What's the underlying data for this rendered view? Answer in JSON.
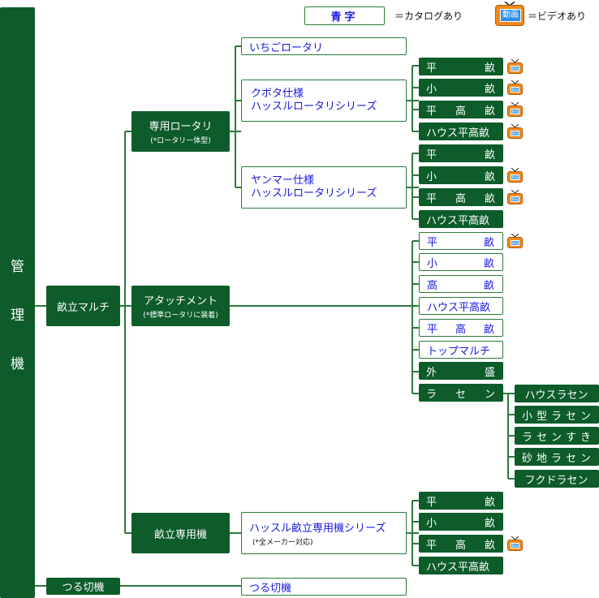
{
  "legend": {
    "catalog_swatch": "青字",
    "catalog_text": "＝カタログあり",
    "video_icon_label": "動画",
    "video_text": "＝ビデオあり"
  },
  "root": {
    "chars": [
      "管",
      "理",
      "機"
    ]
  },
  "level1": {
    "une": "畝立マルチ",
    "tsuru": "つる切機"
  },
  "level2": {
    "rotary": {
      "title": "専用ロータリ",
      "sub": "(*ロータリー体型)"
    },
    "attachment": {
      "title": "アタッチメント",
      "sub": "(*標準ロータリに装着)"
    },
    "dedicated": {
      "title": "畝立専用機"
    }
  },
  "level3": {
    "ichigo": "いちごロータリ",
    "kubota": [
      "クボタ仕様",
      "ハッスルロータリシリーズ"
    ],
    "yanmar": [
      "ヤンマー仕様",
      "ハッスルロータリシリーズ"
    ],
    "hustle": {
      "title": "ハッスル畝立専用機シリーズ",
      "sub": "(*全メーカー対応)"
    },
    "tsuru": "つる切機"
  },
  "kubota_items": [
    {
      "chars": [
        "平",
        "畝"
      ],
      "video": true
    },
    {
      "chars": [
        "小",
        "畝"
      ],
      "video": true
    },
    {
      "chars": [
        "平",
        "高",
        "畝"
      ],
      "video": true
    },
    {
      "chars": [
        "ハウス平高畝"
      ],
      "video": true
    }
  ],
  "yanmar_items": [
    {
      "chars": [
        "平",
        "畝"
      ],
      "video": false
    },
    {
      "chars": [
        "小",
        "畝"
      ],
      "video": true
    },
    {
      "chars": [
        "平",
        "高",
        "畝"
      ],
      "video": true
    },
    {
      "chars": [
        "ハウス平高畝"
      ],
      "video": false
    }
  ],
  "attachment_items": [
    {
      "chars": [
        "平",
        "畝"
      ],
      "video": true
    },
    {
      "chars": [
        "小",
        "畝"
      ],
      "video": false
    },
    {
      "chars": [
        "高",
        "畝"
      ],
      "video": false
    },
    {
      "chars": [
        "ハウス平高畝"
      ],
      "video": false
    },
    {
      "chars": [
        "平",
        "高",
        "畝"
      ],
      "video": false
    },
    {
      "chars": [
        "トップマルチ"
      ],
      "video": false
    },
    {
      "chars": [
        "外",
        "盛"
      ],
      "video": false
    },
    {
      "chars": [
        "ラ",
        "セ",
        "ン"
      ],
      "video": false
    }
  ],
  "rasen_items": [
    {
      "chars": [
        "ハウスラセン"
      ]
    },
    {
      "chars": [
        "小",
        "型",
        "ラ",
        "セ",
        "ン"
      ]
    },
    {
      "chars": [
        "ラ",
        "セ",
        "ン",
        "す",
        "き"
      ]
    },
    {
      "chars": [
        "砂",
        "地",
        "ラ",
        "セ",
        "ン"
      ]
    },
    {
      "chars": [
        "フクドラセン"
      ]
    }
  ],
  "hustle_items": [
    {
      "chars": [
        "平",
        "畝"
      ],
      "video": false
    },
    {
      "chars": [
        "小",
        "畝"
      ],
      "video": false
    },
    {
      "chars": [
        "平",
        "高",
        "畝"
      ],
      "video": true
    },
    {
      "chars": [
        "ハウス平高畝"
      ],
      "video": false
    }
  ],
  "colors": {
    "box_green": "#0d5c2a",
    "catalog_blue": "#1818e0",
    "line": "#2a7a3b",
    "tv_orange": "#f08a1c"
  }
}
